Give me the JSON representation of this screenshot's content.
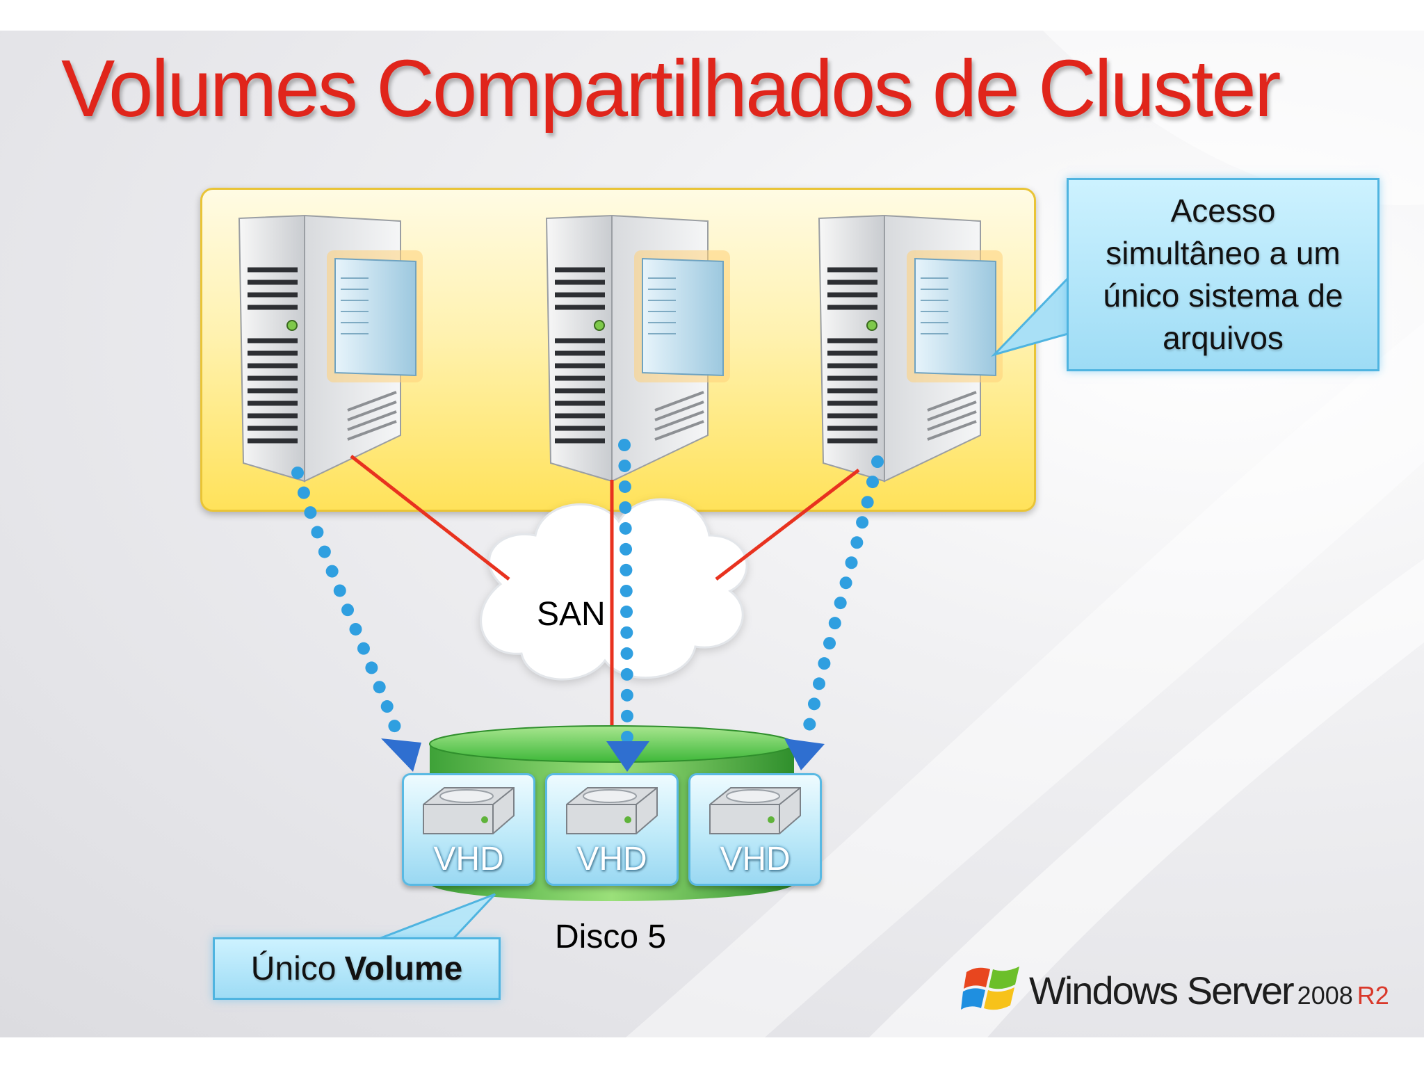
{
  "title": "Volumes Compartilhados de Cluster",
  "callout_access": {
    "line1": "Acesso",
    "line2": "simultâneo a um",
    "line3": "único sistema de",
    "line4": "arquivos"
  },
  "san_label": "SAN",
  "vhd_labels": [
    "VHD",
    "VHD",
    "VHD"
  ],
  "disk_label": "Disco 5",
  "callout_volume": {
    "normal": "Único",
    "bold": "Volume"
  },
  "logo": {
    "name": "Windows Server",
    "year": "2008",
    "edition": "R2"
  },
  "colors": {
    "title": "#e0251b",
    "cluster_box": "#ffe25a",
    "san_link": "#e8321f",
    "io_dots": "#2f9fe0",
    "disk": "#3fb83a",
    "callout": "#9edcf5"
  },
  "icons": [
    "server-icon",
    "cloud-icon",
    "hard-drive-icon",
    "windows-flag-icon"
  ]
}
